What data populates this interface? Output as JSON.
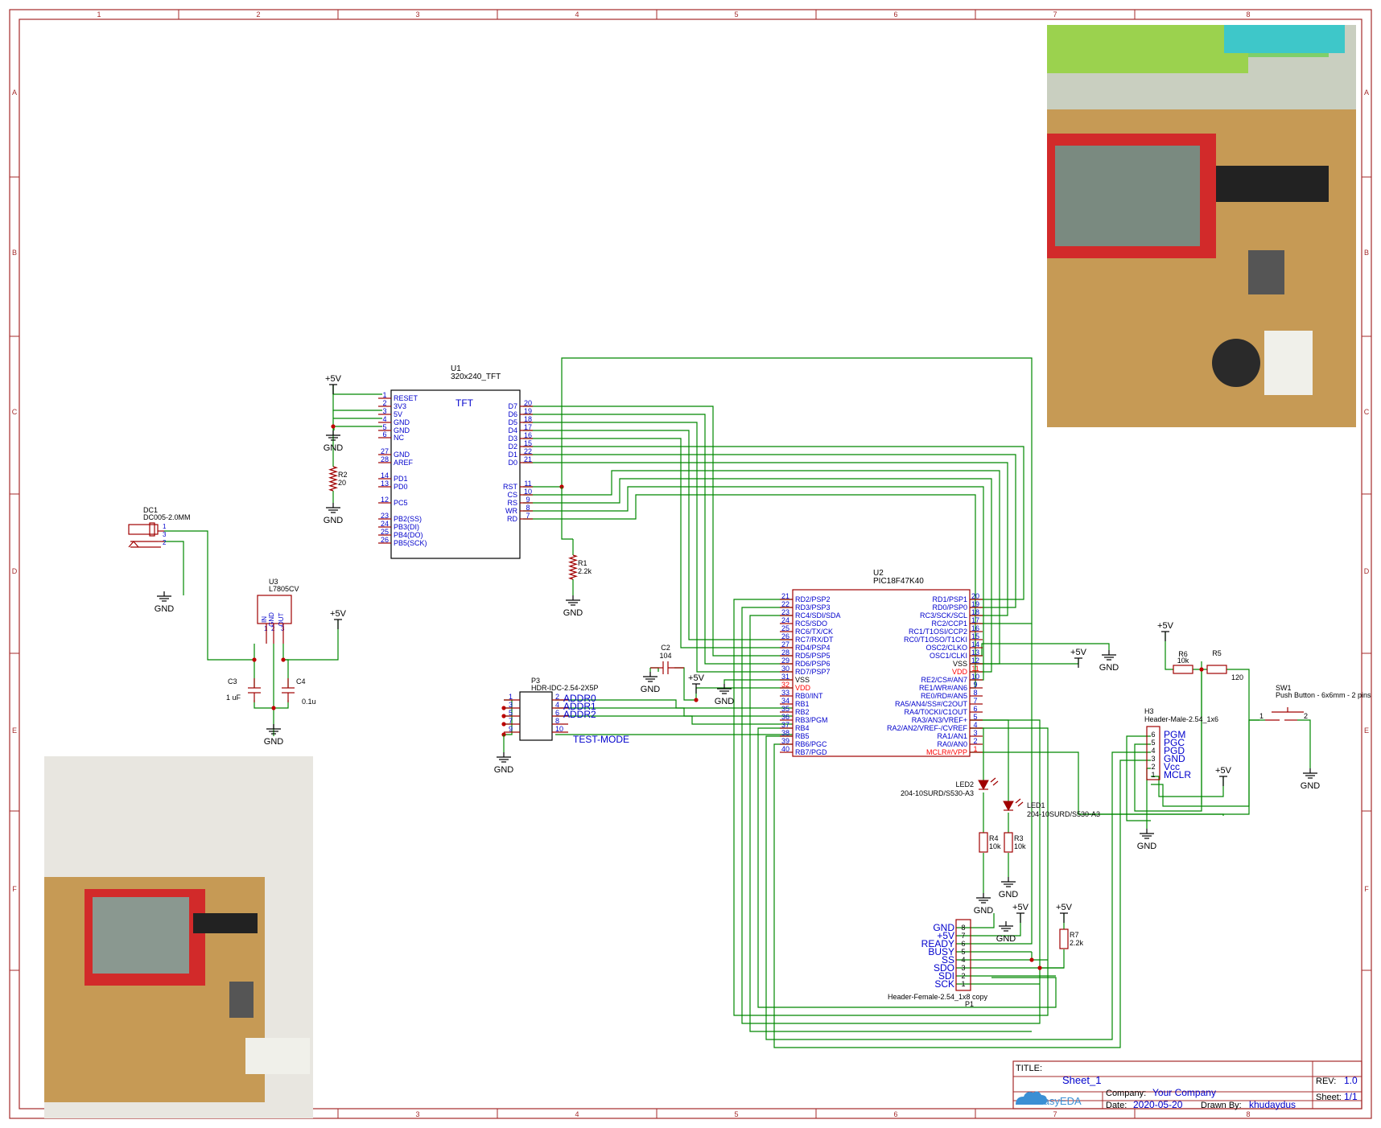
{
  "frame": {
    "columns": [
      "1",
      "2",
      "3",
      "4",
      "5",
      "6",
      "7",
      "8"
    ],
    "rows": [
      "A",
      "B",
      "C",
      "D",
      "E",
      "F"
    ]
  },
  "title_block": {
    "title_label": "TITLE:",
    "title": "Sheet_1",
    "rev_label": "REV:",
    "rev": "1.0",
    "company_label": "Company:",
    "company": "Your Company",
    "sheet_label": "Sheet:",
    "sheet": "1/1",
    "date_label": "Date:",
    "date": "2020-05-20",
    "drawn_label": "Drawn By:",
    "drawn_by": "khudaydus",
    "logo": "EasyEDA"
  },
  "components": {
    "u1": {
      "ref": "U1",
      "value": "320x240_TFT",
      "center": "TFT",
      "left_pins": [
        [
          "1",
          "RESET"
        ],
        [
          "2",
          "3V3"
        ],
        [
          "3",
          "5V"
        ],
        [
          "4",
          "GND"
        ],
        [
          "5",
          "GND"
        ],
        [
          "6",
          "NC"
        ],
        [
          "27",
          "GND"
        ],
        [
          "28",
          "AREF"
        ],
        [
          "14",
          "PD1"
        ],
        [
          "13",
          "PD0"
        ],
        [
          "12",
          "PC5"
        ],
        [
          "23",
          "PB2(SS)"
        ],
        [
          "24",
          "PB3(DI)"
        ],
        [
          "25",
          "PB4(DO)"
        ],
        [
          "26",
          "PB5(SCK)"
        ]
      ],
      "right_pins": [
        [
          "20",
          "D7"
        ],
        [
          "19",
          "D6"
        ],
        [
          "18",
          "D5"
        ],
        [
          "17",
          "D4"
        ],
        [
          "16",
          "D3"
        ],
        [
          "15",
          "D2"
        ],
        [
          "22",
          "D1"
        ],
        [
          "21",
          "D0"
        ],
        [
          "11",
          "RST"
        ],
        [
          "10",
          "CS"
        ],
        [
          "9",
          "RS"
        ],
        [
          "8",
          "WR"
        ],
        [
          "7",
          "RD"
        ]
      ]
    },
    "u2": {
      "ref": "U2",
      "value": "PIC18F47K40",
      "left_pins": [
        [
          "21",
          "RD2/PSP2"
        ],
        [
          "22",
          "RD3/PSP3"
        ],
        [
          "23",
          "RC4/SDI/SDA"
        ],
        [
          "24",
          "RC5/SDO"
        ],
        [
          "25",
          "RC6/TX/CK"
        ],
        [
          "26",
          "RC7/RX/DT"
        ],
        [
          "27",
          "RD4/PSP4"
        ],
        [
          "28",
          "RD5/PSP5"
        ],
        [
          "29",
          "RD6/PSP6"
        ],
        [
          "30",
          "RD7/PSP7"
        ],
        [
          "31",
          "VSS"
        ],
        [
          "32",
          "VDD"
        ],
        [
          "33",
          "RB0/INT"
        ],
        [
          "34",
          "RB1"
        ],
        [
          "35",
          "RB2"
        ],
        [
          "36",
          "RB3/PGM"
        ],
        [
          "37",
          "RB4"
        ],
        [
          "38",
          "RB5"
        ],
        [
          "39",
          "RB6/PGC"
        ],
        [
          "40",
          "RB7/PGD"
        ]
      ],
      "right_pins": [
        [
          "20",
          "RD1/PSP1"
        ],
        [
          "19",
          "RD0/PSP0"
        ],
        [
          "18",
          "RC3/SCK/SCL"
        ],
        [
          "17",
          "RC2/CCP1"
        ],
        [
          "16",
          "RC1/T1OSI/CCP2"
        ],
        [
          "15",
          "RC0/T1OSO/T1CKI"
        ],
        [
          "14",
          "OSC2/CLKO"
        ],
        [
          "13",
          "OSC1/CLKI"
        ],
        [
          "12",
          "VSS"
        ],
        [
          "11",
          "VDD"
        ],
        [
          "10",
          "RE2/CS#/AN7"
        ],
        [
          "9",
          "RE1/WR#/AN6"
        ],
        [
          "8",
          "RE0/RD#/AN5"
        ],
        [
          "7",
          "RA5/AN4/SS#/C2OUT"
        ],
        [
          "6",
          "RA4/T0CKI/C1OUT"
        ],
        [
          "5",
          "RA3/AN3/VREF+"
        ],
        [
          "4",
          "RA2/AN2/VREF-/CVREF"
        ],
        [
          "3",
          "RA1/AN1"
        ],
        [
          "2",
          "RA0/AN0"
        ],
        [
          "1",
          "MCLR#/VPP"
        ]
      ]
    },
    "dc1": {
      "ref": "DC1",
      "value": "DC005-2.0MM",
      "pins": [
        "1",
        "3",
        "2"
      ]
    },
    "u3": {
      "ref": "U3",
      "value": "L7805CV",
      "pins": [
        "IN",
        "GND",
        "OUT"
      ],
      "pin_numbers": [
        "1",
        "2",
        "3"
      ]
    },
    "c3": {
      "ref": "C3",
      "value": "1 uF"
    },
    "c4": {
      "ref": "C4",
      "value": "0.1u"
    },
    "c2": {
      "ref": "C2",
      "value": "104"
    },
    "r1": {
      "ref": "R1",
      "value": "2.2k"
    },
    "r2": {
      "ref": "R2",
      "value": "20"
    },
    "r3": {
      "ref": "R3",
      "value": "10k"
    },
    "r4": {
      "ref": "R4",
      "value": "10k"
    },
    "r5": {
      "ref": "R5",
      "value": "120"
    },
    "r6": {
      "ref": "R6",
      "value": "10k"
    },
    "r7": {
      "ref": "R7",
      "value": "2.2k"
    },
    "led1": {
      "ref": "LED1",
      "value": "204-10SURD/S530-A3"
    },
    "led2": {
      "ref": "LED2",
      "value": "204-10SURD/S530-A3"
    },
    "p3": {
      "ref": "P3",
      "value": "HDR-IDC-2.54-2X5P",
      "left_pins": [
        "1",
        "3",
        "5",
        "7",
        "9"
      ],
      "right_pins": [
        "2",
        "4",
        "6",
        "8",
        "10"
      ],
      "net_labels": [
        "ADDR0",
        "ADDR1",
        "ADDR2",
        "TEST-MODE"
      ]
    },
    "h3": {
      "ref": "H3",
      "value": "Header-Male-2.54_1x6",
      "pins": [
        [
          "6",
          "PGM"
        ],
        [
          "5",
          "PGC"
        ],
        [
          "4",
          "PGD"
        ],
        [
          "3",
          "GND"
        ],
        [
          "2",
          "Vcc"
        ],
        [
          "1",
          "MCLR"
        ]
      ]
    },
    "p1": {
      "ref": "P1",
      "value": "Header-Female-2.54_1x8 copy",
      "pins": [
        [
          "8",
          "GND"
        ],
        [
          "7",
          "+5V"
        ],
        [
          "6",
          "READY"
        ],
        [
          "5",
          "BUSY"
        ],
        [
          "4",
          "SS"
        ],
        [
          "3",
          "SDO"
        ],
        [
          "2",
          "SDI"
        ],
        [
          "1",
          "SCK"
        ]
      ]
    },
    "sw1": {
      "ref": "SW1",
      "value": "Push Button - 6x6mm - 2 pins",
      "pins": [
        "1",
        "2"
      ]
    }
  },
  "power_labels": {
    "gnd": "GND",
    "vcc": "+5V"
  },
  "colors": {
    "frame": "#a52a2a",
    "wire": "#008800",
    "component": "#a00000",
    "pin_text": "#0000cc",
    "power_pin": "#ff0000",
    "junction": "#c00000"
  },
  "photos": [
    {
      "name": "pcb-photo-top-right",
      "description_icon": "pcb-photo"
    },
    {
      "name": "pcb-photo-bottom-left",
      "description_icon": "pcb-photo"
    }
  ]
}
